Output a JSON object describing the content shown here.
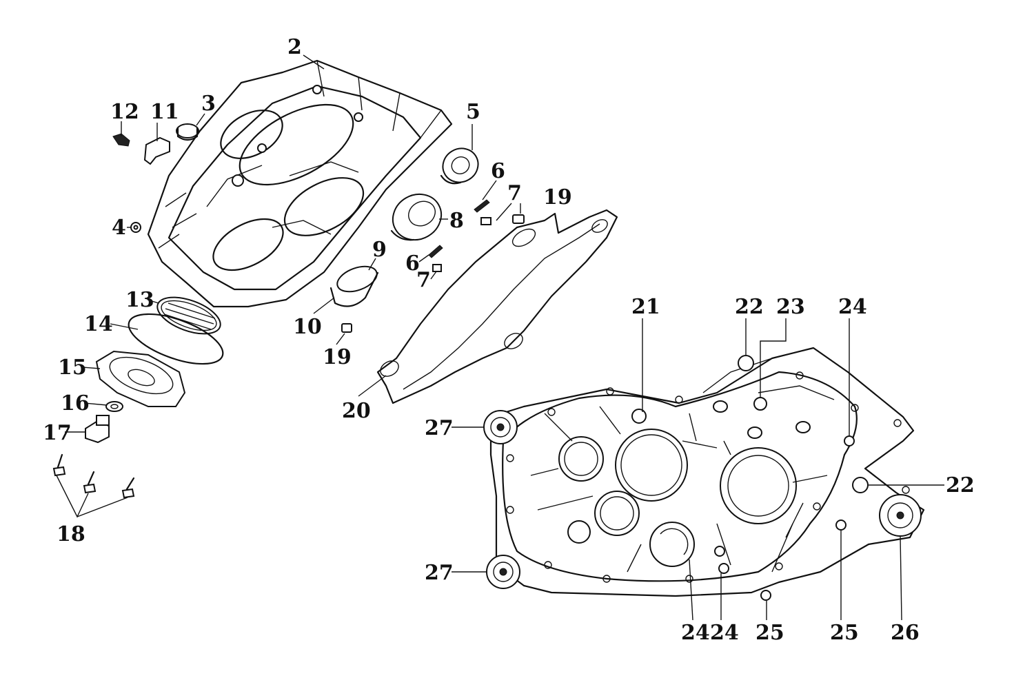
{
  "labels": {
    "l2": "2",
    "l3": "3",
    "l4": "4",
    "l5": "5",
    "l6a": "6",
    "l6b": "6",
    "l7a": "7",
    "l7b": "7",
    "l8": "8",
    "l9": "9",
    "l10": "10",
    "l11": "11",
    "l12": "12",
    "l13": "13",
    "l14": "14",
    "l15": "15",
    "l16": "16",
    "l17": "17",
    "l18": "18",
    "l19a": "19",
    "l19b": "19",
    "l20": "20",
    "l21": "21",
    "l22a": "22",
    "l22b": "22",
    "l23": "23",
    "l24a": "24",
    "l24b": "24",
    "l24c": "24",
    "l25a": "25",
    "l25b": "25",
    "l26": "26",
    "l27a": "27",
    "l27b": "27"
  }
}
